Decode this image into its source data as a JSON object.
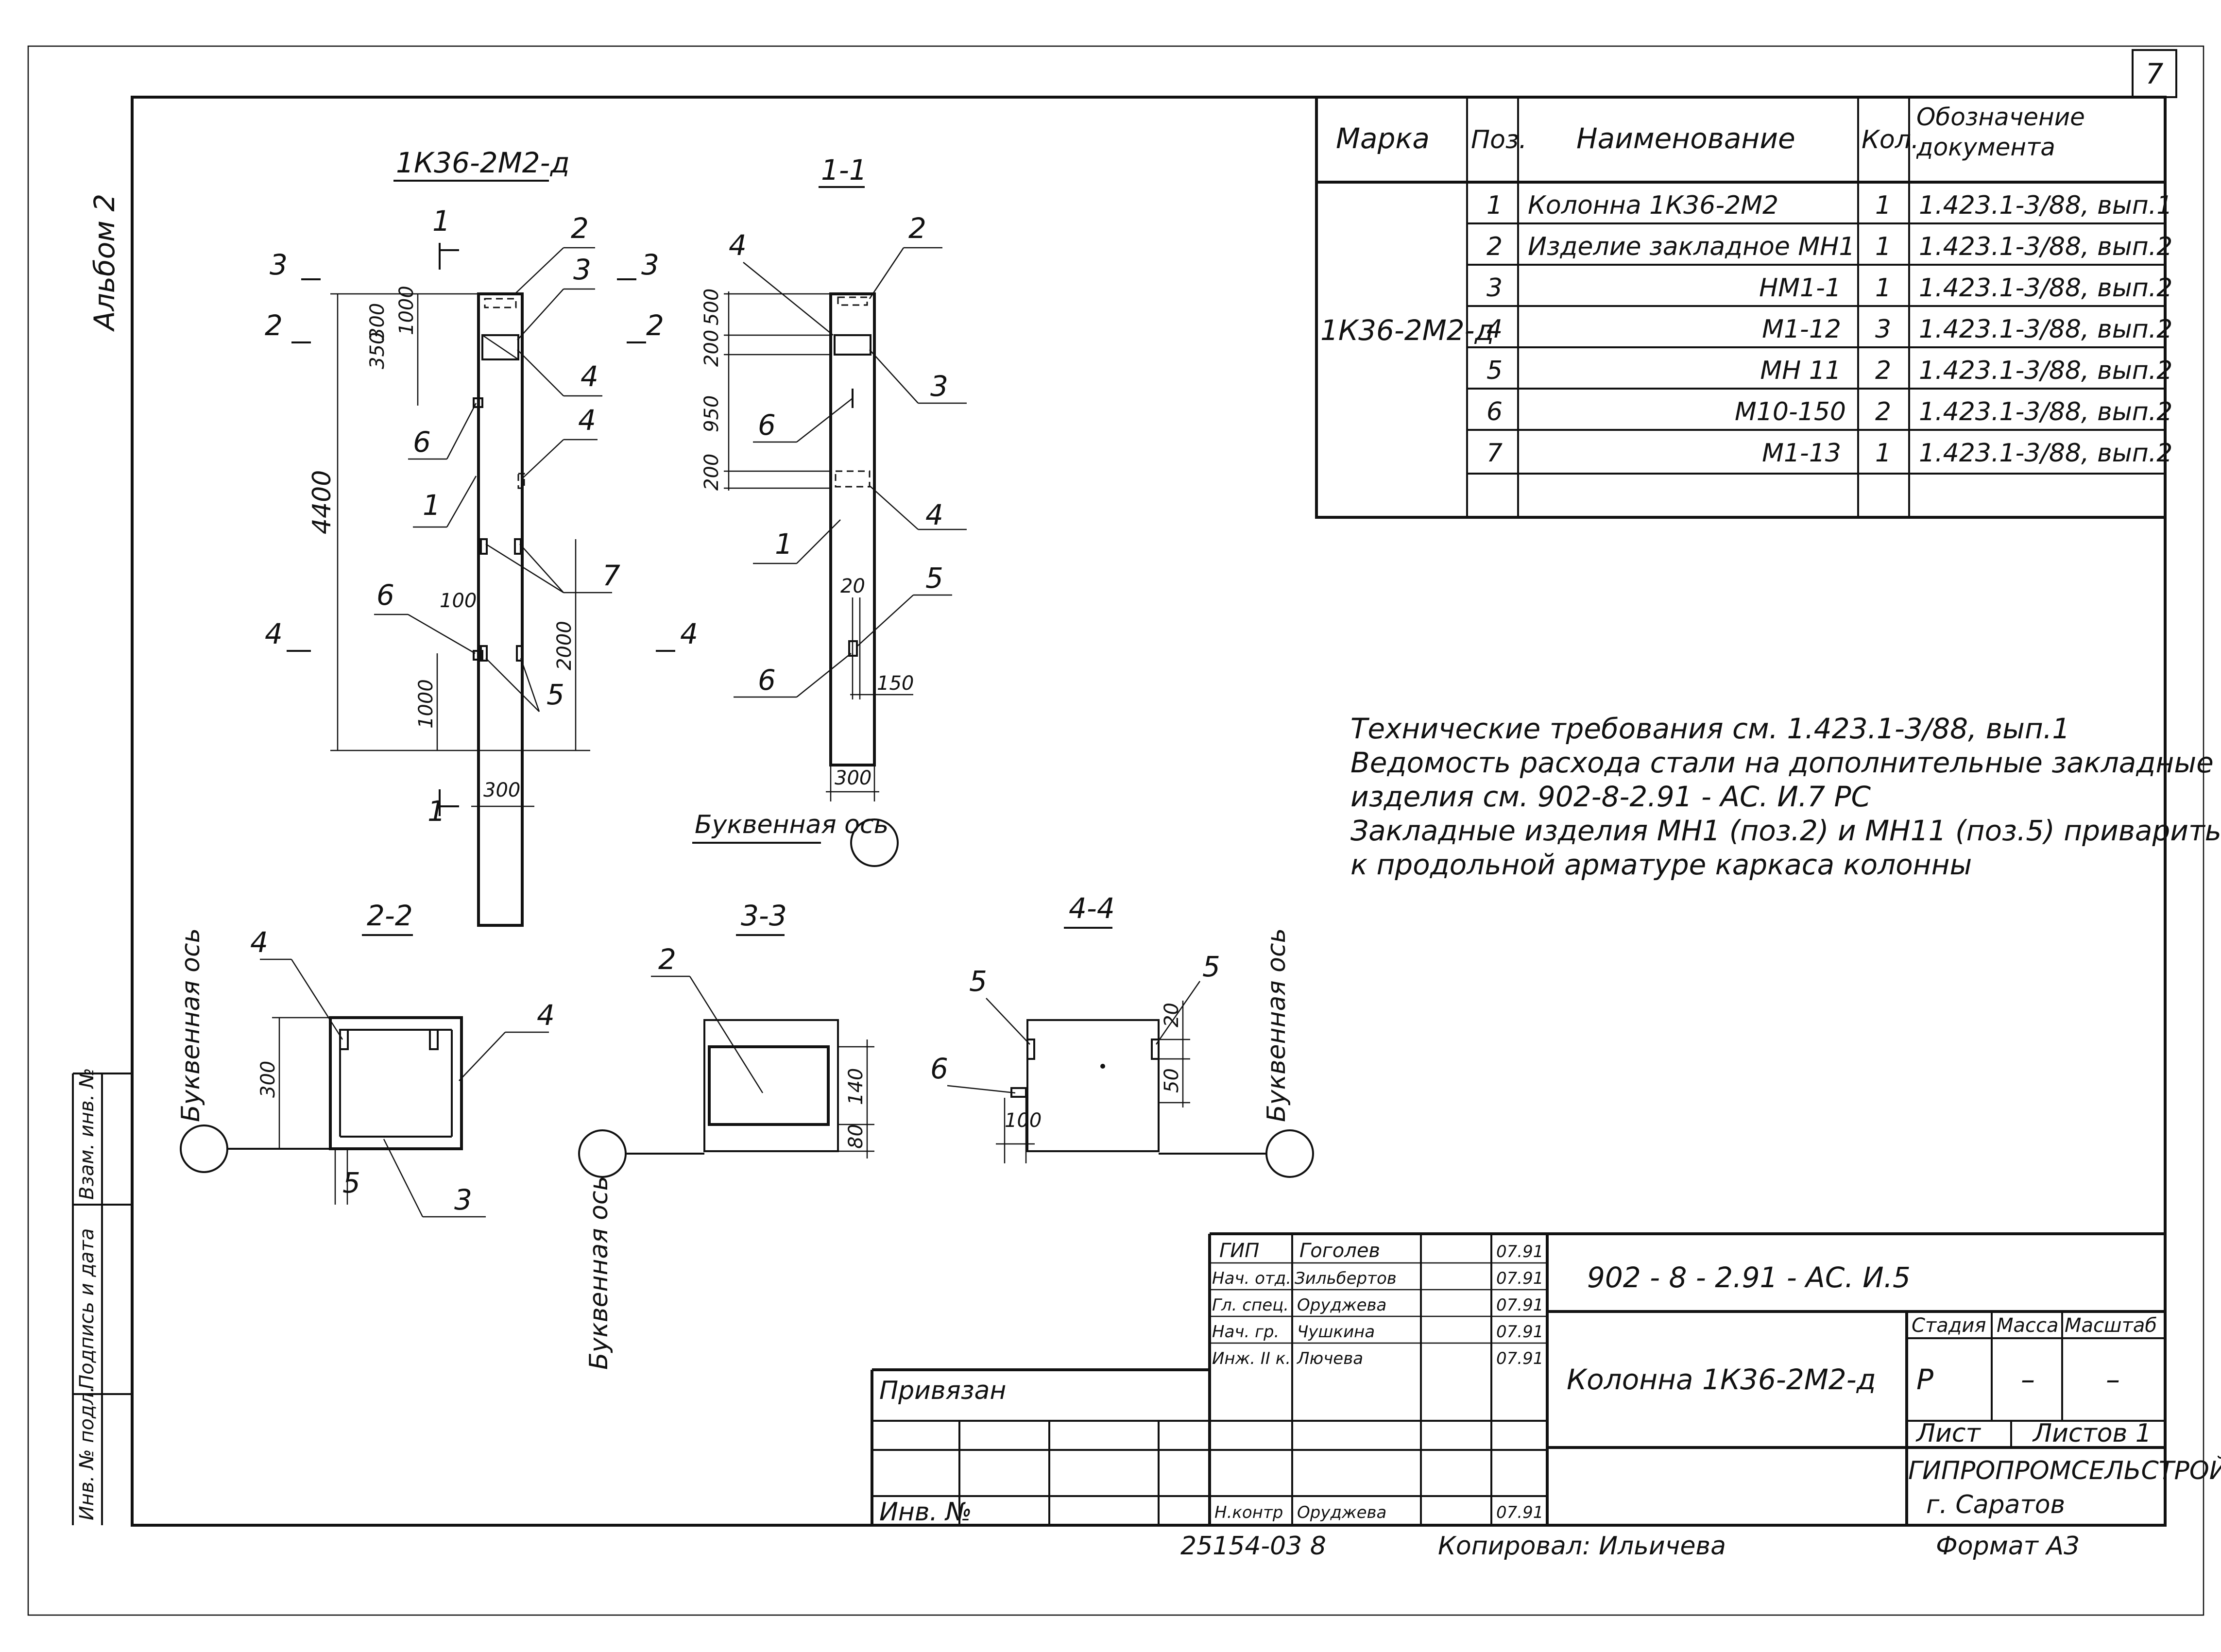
{
  "sheet": {
    "number": "7"
  },
  "sidebar": {
    "album": "Альбом 2",
    "cells": [
      "Взам. инв. №",
      "Подпись и дата",
      "Инв. № подл."
    ]
  },
  "views": {
    "elevation": {
      "title": "1К36-2М2-д",
      "dims": [
        "4400",
        "1000",
        "300",
        "350",
        "100",
        "2000",
        "1000",
        "300"
      ],
      "cuts": [
        "1",
        "1",
        "2",
        "2",
        "3",
        "3",
        "4",
        "4"
      ],
      "callouts": [
        "2",
        "3",
        "4",
        "6",
        "4",
        "1",
        "7",
        "6",
        "5"
      ]
    },
    "section_1_1": {
      "title": "1-1",
      "dims": [
        "500",
        "200",
        "950",
        "200",
        "20",
        "150",
        "300"
      ],
      "callouts": [
        "4",
        "2",
        "3",
        "6",
        "4",
        "1",
        "5",
        "6"
      ],
      "axis_label": "Буквенная ось"
    },
    "section_2_2": {
      "title": "2-2",
      "dims": [
        "300"
      ],
      "callouts": [
        "4",
        "4",
        "5",
        "3"
      ],
      "axis_label": "Буквенная ось"
    },
    "section_3_3": {
      "title": "3-3",
      "dims": [
        "140",
        "80"
      ],
      "callouts": [
        "2"
      ],
      "axis_label": "Буквенная ось"
    },
    "section_4_4": {
      "title": "4-4",
      "dims": [
        "20",
        "50",
        "100"
      ],
      "callouts": [
        "5",
        "5",
        "6"
      ],
      "axis_label": "Буквенная ось"
    }
  },
  "spec": {
    "headers": [
      "Марка",
      "Поз.",
      "Наименование",
      "Кол.",
      "Обозначение документа"
    ],
    "mark": "1К36-2М2-д",
    "rows": [
      {
        "pos": "1",
        "name": "Колонна 1К36-2М2",
        "qty": "1",
        "doc": "1.423.1-3/88, вып.1"
      },
      {
        "pos": "2",
        "name": "Изделие закладное МН1",
        "qty": "1",
        "doc": "1.423.1-3/88, вып.2"
      },
      {
        "pos": "3",
        "name": "НМ1-1",
        "qty": "1",
        "doc": "1.423.1-3/88, вып.2"
      },
      {
        "pos": "4",
        "name": "М1-12",
        "qty": "3",
        "doc": "1.423.1-3/88, вып.2"
      },
      {
        "pos": "5",
        "name": "МН 11",
        "qty": "2",
        "doc": "1.423.1-3/88, вып.2"
      },
      {
        "pos": "6",
        "name": "М10-150",
        "qty": "2",
        "doc": "1.423.1-3/88, вып.2"
      },
      {
        "pos": "7",
        "name": "М1-13",
        "qty": "1",
        "doc": "1.423.1-3/88, вып.2"
      }
    ]
  },
  "notes": [
    "Технические требования см. 1.423.1-3/88, вып.1",
    "Ведомость расхода стали на дополнительные закладные",
    "изделия  см. 902-8-2.91        - АС. И.7  РС",
    "Закладные изделия  МН1 (поз.2) и МН11 (поз.5) приварить",
    "к продольной арматуре каркаса   колонны"
  ],
  "title_block": {
    "code": "902 - 8 - 2.91 - АС. И.5",
    "name": "Колонна 1К36-2М2-д",
    "signers": [
      {
        "role": "ГИП",
        "name": "Гоголев",
        "date": "07.91"
      },
      {
        "role": "Нач. отд.",
        "name": "Зильбертов",
        "date": "07.91"
      },
      {
        "role": "Гл. спец.",
        "name": "Оруджева",
        "date": "07.91"
      },
      {
        "role": "Нач. гр.",
        "name": "Чушкина",
        "date": "07.91"
      },
      {
        "role": "Инж. II к.",
        "name": "Лючева",
        "date": "07.91"
      }
    ],
    "nkontr": {
      "role": "Н.контр",
      "name": "Оруджева",
      "date": "07.91"
    },
    "headers": {
      "stage": "Стадия",
      "mass": "Масса",
      "scale": "Масштаб",
      "sheet": "Лист",
      "sheets": "Листов 1"
    },
    "values": {
      "stage": "Р",
      "mass": "–",
      "scale": "–"
    },
    "org": "ГИПРОПРОМСЕЛЬСТРОЙ",
    "city": "г. Саратов",
    "privyazan": "Привязан",
    "inv": "Инв. №"
  },
  "footer": {
    "number": "25154-03  8",
    "copied": "Копировал:  Ильичева",
    "format": "Формат А3"
  }
}
